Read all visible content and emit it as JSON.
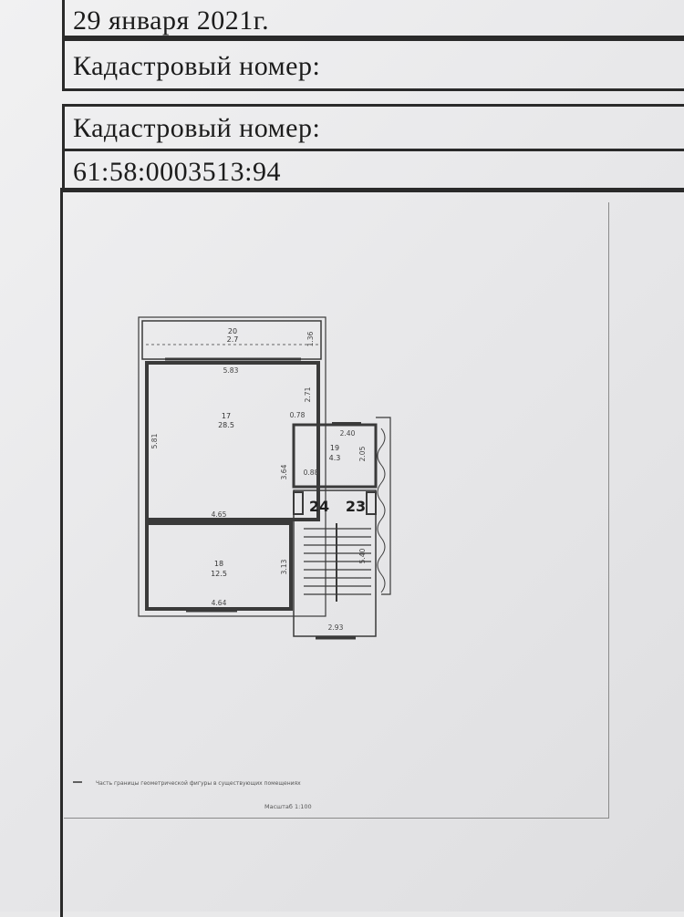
{
  "header": {
    "date": "29 января 2021г.",
    "cadastral_label_1": "Кадастровый номер:",
    "cadastral_label_2": "Кадастровый номер:",
    "cadastral_number": "61:58:0003513:94"
  },
  "plan": {
    "rooms": [
      {
        "number": "20",
        "area": "2.7"
      },
      {
        "number": "17",
        "area": "28.5"
      },
      {
        "number": "19",
        "area": "4.3"
      },
      {
        "number": "18",
        "area": "12.5"
      }
    ],
    "stair_labels": [
      "24",
      "23"
    ],
    "dimensions": {
      "d_1_36": "1.36",
      "d_5_83": "5.83",
      "d_2_71": "2.71",
      "d_0_78": "0.78",
      "d_5_81": "5.81",
      "d_2_40": "2.40",
      "d_2_05": "2.05",
      "d_3_64": "3.64",
      "d_0_88": "0.88",
      "d_4_65": "4.65",
      "d_3_13": "3.13",
      "d_4_64": "4.64",
      "d_2_93": "2.93",
      "d_5_40": "5.40"
    },
    "legend_text": "Часть границы геометрической фигуры в существующих помещениях",
    "scale_text": "Масштаб 1:100"
  }
}
